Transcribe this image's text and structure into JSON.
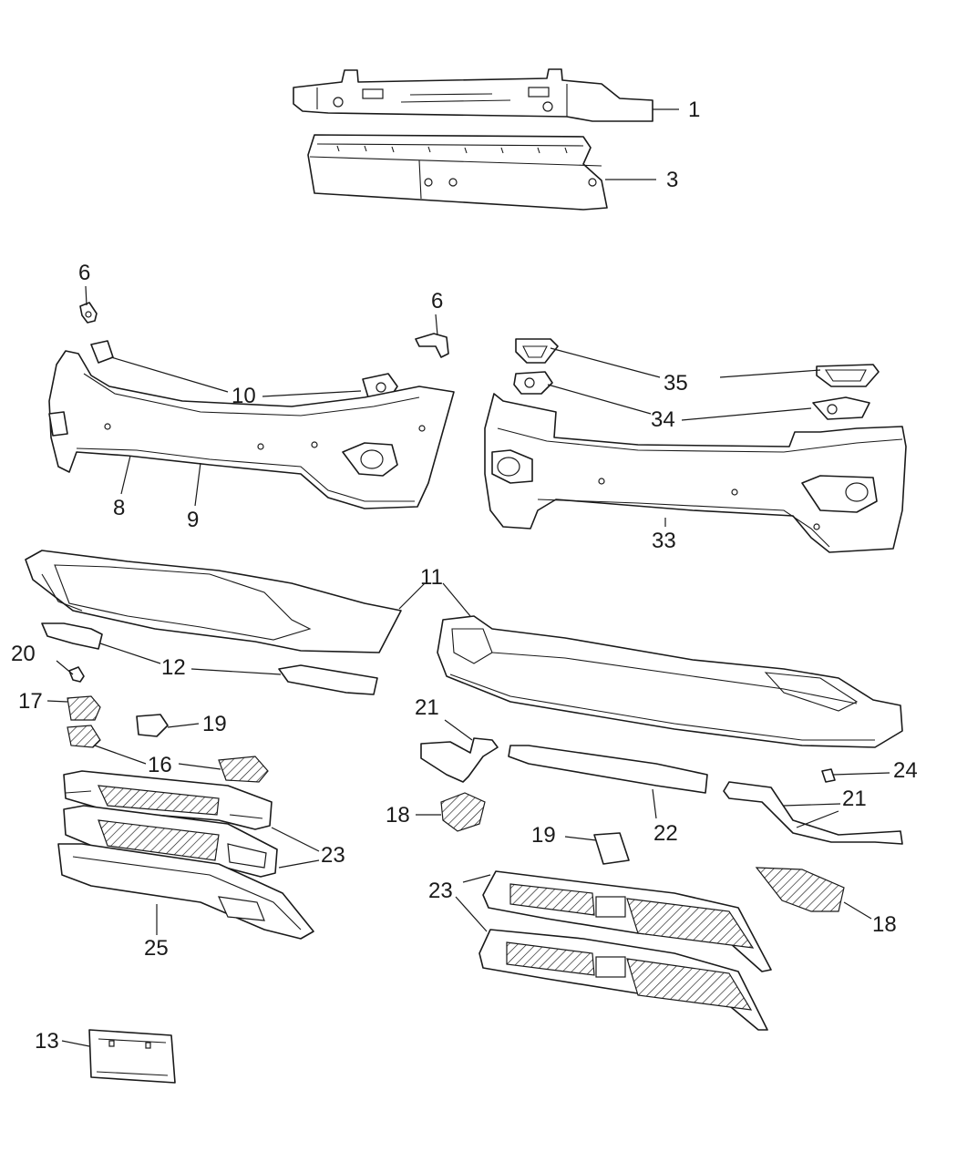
{
  "callouts": {
    "c1": "1",
    "c3": "3",
    "c6a": "6",
    "c6b": "6",
    "c10": "10",
    "c8": "8",
    "c9": "9",
    "c35": "35",
    "c34": "34",
    "c33": "33",
    "c11": "11",
    "c12": "12",
    "c20": "20",
    "c17": "17",
    "c19a": "19",
    "c16": "16",
    "c21a": "21",
    "c24": "24",
    "c21b": "21",
    "c18a": "18",
    "c22": "22",
    "c19b": "19",
    "c23a": "23",
    "c23b": "23",
    "c18b": "18",
    "c25": "25",
    "c13": "13"
  }
}
